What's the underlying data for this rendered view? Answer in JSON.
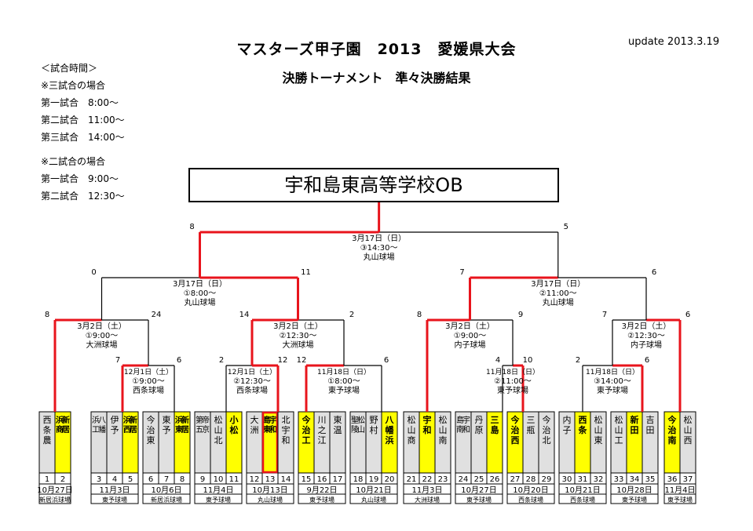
{
  "header": {
    "title": "マスターズ甲子園　2013　愛媛県大会",
    "subtitle": "決勝トーナメント　準々決勝結果",
    "update": "update 2013.3.19"
  },
  "schedule": {
    "heading": "＜試合時間＞",
    "three_games": "※三試合の場合",
    "three_lines": [
      "第一試合　8:00～",
      "第二試合　11:00～",
      "第三試合　14:00～"
    ],
    "two_games": "※二試合の場合",
    "two_lines": [
      "第一試合　9:00～",
      "第二試合　12:30～"
    ]
  },
  "champion": "宇和島東高等学校OB",
  "colors": {
    "win_line": "#e8141c",
    "win_fill": "#ffff00",
    "cell_fill": "#e0e0e0",
    "loss_line": "#000000"
  },
  "teams": [
    {
      "n": 1,
      "name": "西条農",
      "win": false
    },
    {
      "n": 2,
      "name": "新居浜商",
      "win": true
    },
    {
      "n": 3,
      "name": "八幡浜工",
      "win": false
    },
    {
      "n": 4,
      "name": "伊予",
      "win": false
    },
    {
      "n": 5,
      "name": "新居浜西",
      "win": true
    },
    {
      "n": 6,
      "name": "今治東",
      "win": false
    },
    {
      "n": 7,
      "name": "東予",
      "win": false
    },
    {
      "n": 8,
      "name": "新居浜東",
      "win": true
    },
    {
      "n": 9,
      "name": "帝京第五",
      "win": false
    },
    {
      "n": 10,
      "name": "松山北",
      "win": false
    },
    {
      "n": 11,
      "name": "小松",
      "win": true
    },
    {
      "n": 12,
      "name": "大洲",
      "win": false
    },
    {
      "n": 13,
      "name": "宇和島東",
      "win": true,
      "champ": true
    },
    {
      "n": 14,
      "name": "北宇和",
      "win": false
    },
    {
      "n": 15,
      "name": "今治工",
      "win": true
    },
    {
      "n": 16,
      "name": "川之江",
      "win": false
    },
    {
      "n": 17,
      "name": "東温",
      "win": false
    },
    {
      "n": 18,
      "name": "松山聖陵",
      "win": false
    },
    {
      "n": 19,
      "name": "野村",
      "win": false
    },
    {
      "n": 20,
      "name": "八幡浜",
      "win": true
    },
    {
      "n": 21,
      "name": "松山商",
      "win": false
    },
    {
      "n": 22,
      "name": "宇和",
      "win": true
    },
    {
      "n": 23,
      "name": "松山南",
      "win": false
    },
    {
      "n": 24,
      "name": "宇和島南",
      "win": false
    },
    {
      "n": 25,
      "name": "丹原",
      "win": false
    },
    {
      "n": 26,
      "name": "三島",
      "win": true
    },
    {
      "n": 27,
      "name": "今治西",
      "win": true
    },
    {
      "n": 28,
      "name": "三瓶",
      "win": false
    },
    {
      "n": 29,
      "name": "今治北",
      "win": false
    },
    {
      "n": 30,
      "name": "内子",
      "win": false
    },
    {
      "n": 31,
      "name": "西条",
      "win": true
    },
    {
      "n": 32,
      "name": "松山東",
      "win": false
    },
    {
      "n": 33,
      "name": "松山工",
      "win": false
    },
    {
      "n": 34,
      "name": "新田",
      "win": true
    },
    {
      "n": 35,
      "name": "吉田",
      "win": false
    },
    {
      "n": 36,
      "name": "今治南",
      "win": true
    },
    {
      "n": 37,
      "name": "松山西",
      "win": false
    }
  ],
  "groups": [
    {
      "date": "10月27日",
      "venue": "新居浜球場"
    },
    {
      "date": "11月3日",
      "venue": "東予球場"
    },
    {
      "date": "10月6日",
      "venue": "新居浜球場"
    },
    {
      "date": "11月4日",
      "venue": "東予球場"
    },
    {
      "date": "10月13日",
      "venue": "丸山球場"
    },
    {
      "date": "9月22日",
      "venue": "東予球場"
    },
    {
      "date": "10月21日",
      "venue": "丸山球場"
    },
    {
      "date": "11月3日",
      "venue": "大洲球場"
    },
    {
      "date": "10月27日",
      "venue": "東予球場"
    },
    {
      "date": "10月20日",
      "venue": "西条球場"
    },
    {
      "date": "10月21日",
      "venue": "西条球場"
    },
    {
      "date": "10月28日",
      "venue": "東予球場"
    },
    {
      "date": "11月4日",
      "venue": "東予球場"
    }
  ],
  "brackets": [
    {
      "id": "r1a",
      "date": "12月1日（土）",
      "time": "①9:00～",
      "venue": "西条球場",
      "sL": "7",
      "sR": "6"
    },
    {
      "id": "r1b",
      "date": "12月1日（土）",
      "time": "②12:30～",
      "venue": "西条球場",
      "sL": "2",
      "sR": "12"
    },
    {
      "id": "r1c",
      "date": "11月18日（日）",
      "time": "①8:00～",
      "venue": "東予球場",
      "sL": "12",
      "sR": "6"
    },
    {
      "id": "r1d",
      "date": "11月18日（日）",
      "time": "②11:00～",
      "venue": "東予球場",
      "sL": "4",
      "sR": "10"
    },
    {
      "id": "r1e",
      "date": "11月18日（日）",
      "time": "③14:00～",
      "venue": "東予球場",
      "sL": "2",
      "sR": "6"
    },
    {
      "id": "r2a",
      "date": "3月2日（土）",
      "time": "①9:00～",
      "venue": "大洲球場",
      "sL": "8",
      "sR": "24"
    },
    {
      "id": "r2b",
      "date": "3月2日（土）",
      "time": "②12:30～",
      "venue": "大洲球場",
      "sL": "14",
      "sR": "2"
    },
    {
      "id": "r2c",
      "date": "3月2日（土）",
      "time": "①9:00～",
      "venue": "内子球場",
      "sL": "8",
      "sR": "9"
    },
    {
      "id": "r2d",
      "date": "3月2日（土）",
      "time": "②12:30～",
      "venue": "内子球場",
      "sL": "7",
      "sR": "6"
    },
    {
      "id": "sfa",
      "date": "3月17日（日）",
      "time": "①8:00～",
      "venue": "丸山球場",
      "sL": "0",
      "sR": "11"
    },
    {
      "id": "sfb",
      "date": "3月17日（日）",
      "time": "②11:00～",
      "venue": "丸山球場",
      "sL": "7",
      "sR": "6"
    },
    {
      "id": "fin",
      "date": "3月17日（日）",
      "time": "③14:30～",
      "venue": "丸山球場",
      "sL": "8",
      "sR": "5"
    }
  ]
}
